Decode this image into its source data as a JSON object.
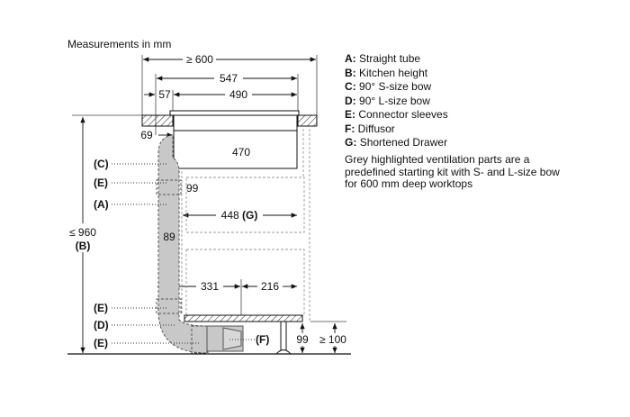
{
  "title": "Measurements in mm",
  "dimensions": {
    "width_min": "≥ 600",
    "cutout_width": "547",
    "offset": "57",
    "hob_depth": "490",
    "pipe_offset": "69",
    "unit_width": "470",
    "pipe_depth_top": "99",
    "drawer": "448",
    "drawer_tag": "(G)",
    "pipe_width": "89",
    "bottom_left": "331",
    "bottom_right": "216",
    "height_max": "≤ 960",
    "height_tag": "(B)",
    "plinth": "99",
    "plinth_min": "≥ 100"
  },
  "callouts": [
    "(C)",
    "(E)",
    "(A)",
    "(E)",
    "(D)",
    "(E)",
    "(F)"
  ],
  "legend": [
    {
      "key": "A:",
      "label": "Straight tube"
    },
    {
      "key": "B:",
      "label": "Kitchen height"
    },
    {
      "key": "C:",
      "label": "90° S-size bow"
    },
    {
      "key": "D:",
      "label": "90° L-size bow"
    },
    {
      "key": "E:",
      "label": "Connector sleeves"
    },
    {
      "key": "F:",
      "label": "Diffusor"
    },
    {
      "key": "G:",
      "label": "Shortened Drawer"
    }
  ],
  "note": "Grey highlighted ventilation parts are a predefined starting kit with S- and L-size bow for 600 mm deep worktops",
  "colors": {
    "pipe": "#c8c8c8",
    "line": "#111111"
  }
}
